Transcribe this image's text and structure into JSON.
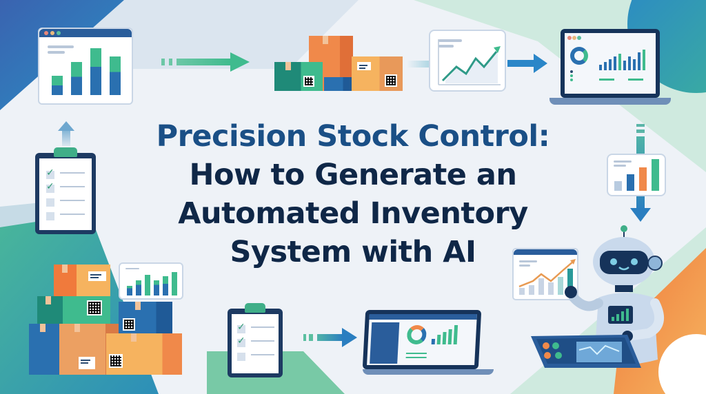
{
  "title": {
    "line1": "Precision Stock Control:",
    "line2": "How to Generate an",
    "line3": "Automated Inventory",
    "line4": "System with AI"
  },
  "colors": {
    "title_primary": "#1a4f86",
    "title_secondary": "#0f2747",
    "accent_green": "#3fae88",
    "accent_blue": "#2a70b0",
    "accent_orange": "#f0894a",
    "background": "#eef2f7"
  },
  "illustrations": [
    {
      "name": "bar-chart-window",
      "icon": "bar-chart-icon"
    },
    {
      "name": "flow-arrow",
      "icon": "arrow-right-icon"
    },
    {
      "name": "inventory-boxes",
      "icon": "package-icon"
    },
    {
      "name": "line-chart-card",
      "icon": "trend-up-icon"
    },
    {
      "name": "dashboard-laptop",
      "icon": "laptop-icon"
    },
    {
      "name": "checklist-clipboard",
      "icon": "clipboard-check-icon"
    },
    {
      "name": "bar-chart-card",
      "icon": "bar-chart-icon"
    },
    {
      "name": "ai-robot",
      "icon": "robot-icon"
    },
    {
      "name": "control-tablet",
      "icon": "tablet-icon"
    },
    {
      "name": "box-stack",
      "icon": "package-icon"
    }
  ]
}
